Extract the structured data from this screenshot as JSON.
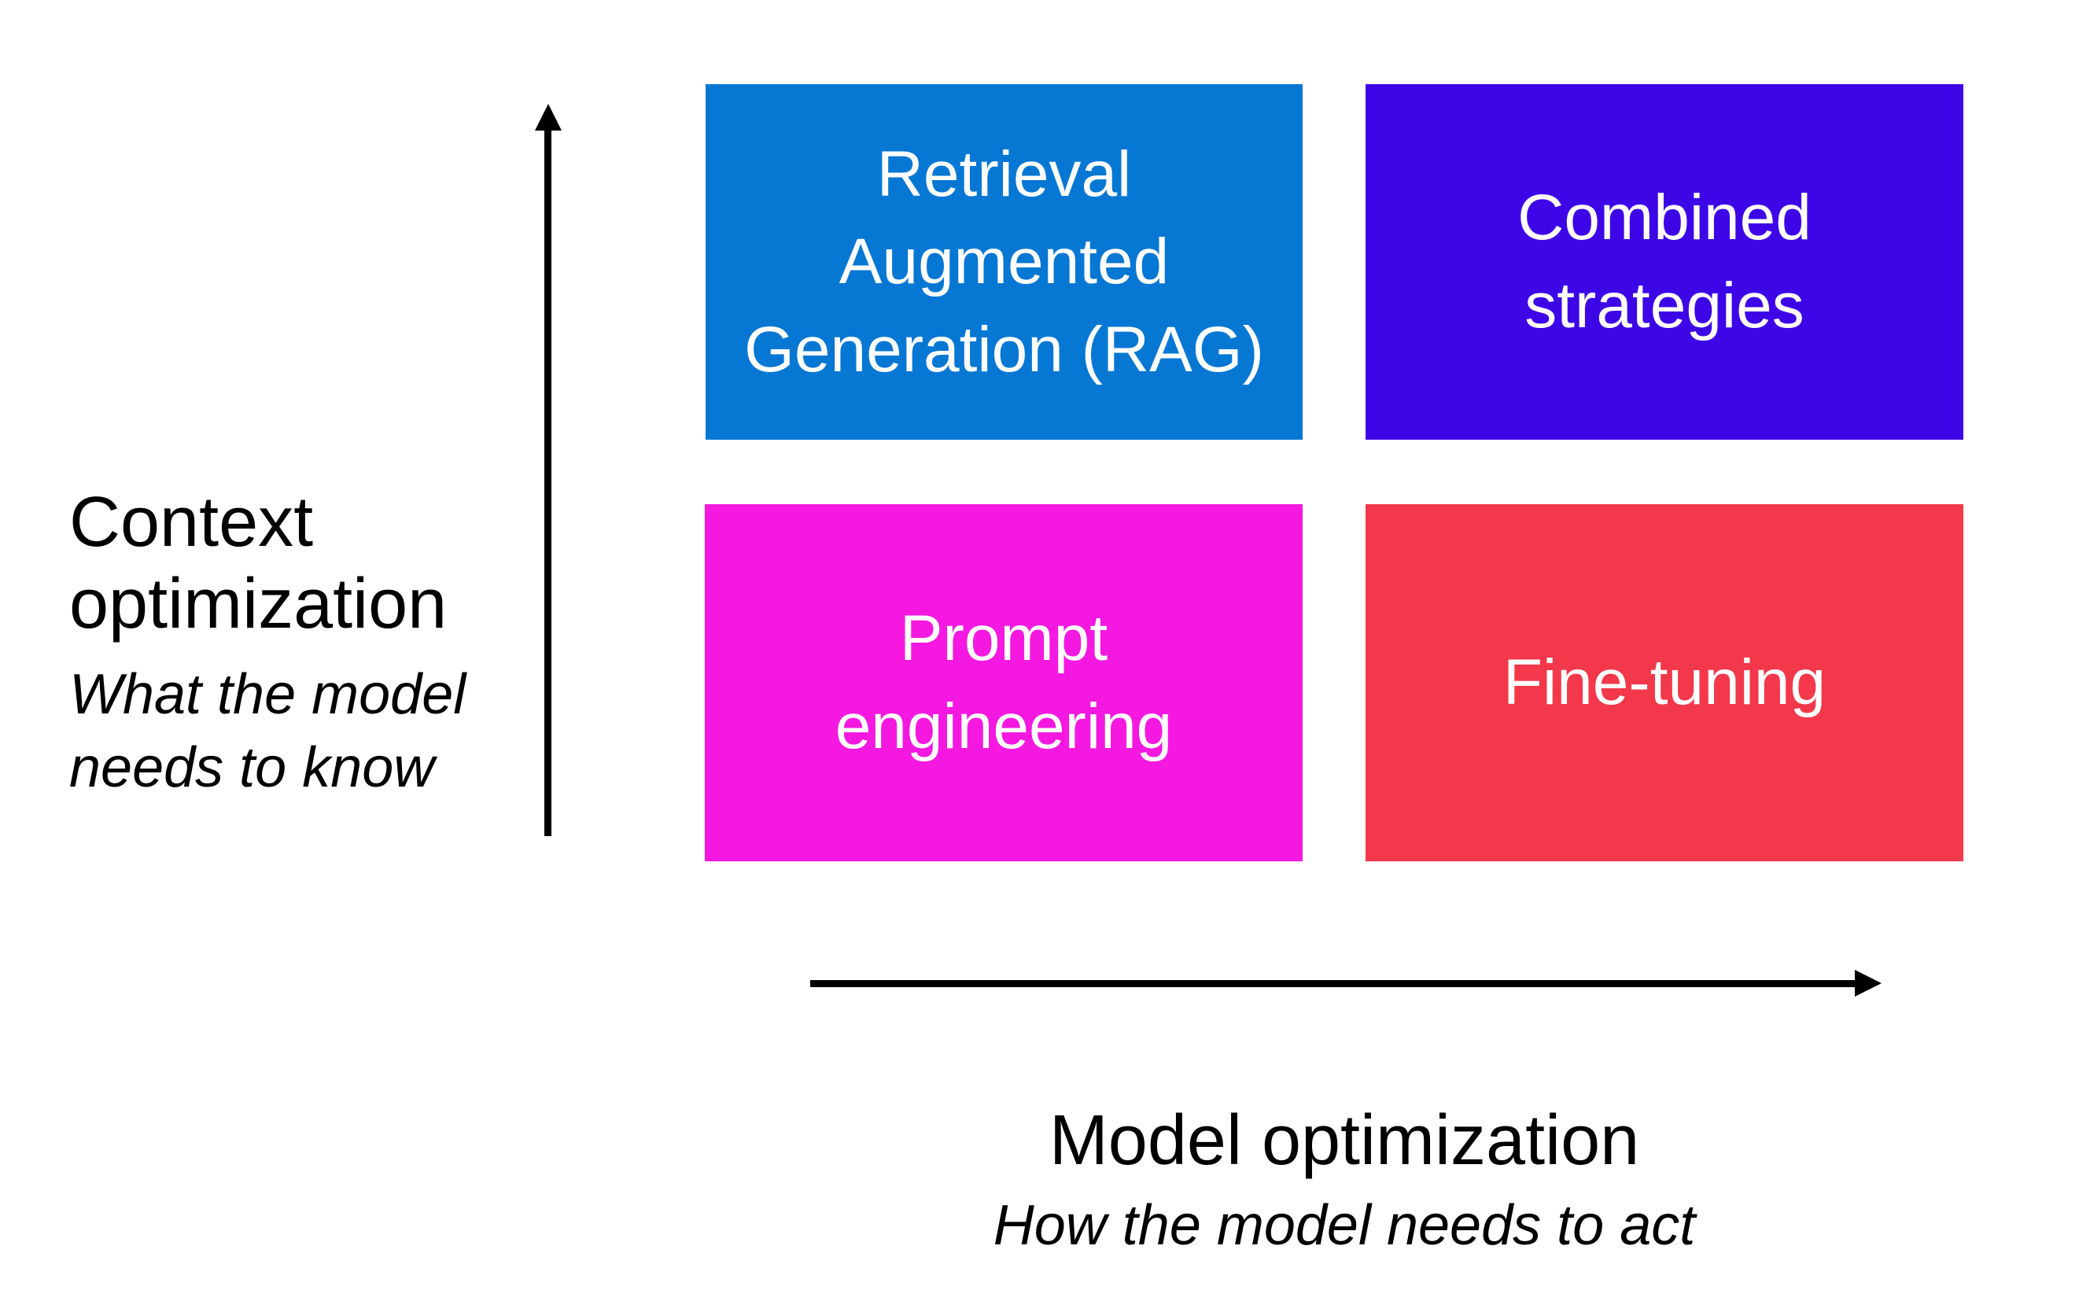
{
  "figure": {
    "background_color": "#FFFFFF",
    "arrow_color": "#000000",
    "y_axis": {
      "title": "Context\noptimization",
      "subtitle": "What the model\nneeds to know"
    },
    "x_axis": {
      "title": "Model optimization",
      "subtitle": "How the model needs to act"
    },
    "quadrants": [
      {
        "position": "top-left",
        "label": "Retrieval\nAugmented\nGeneration (RAG)",
        "color": "#0677D3",
        "text_color": "#FFFFFF"
      },
      {
        "position": "top-right",
        "label": "Combined\nstrategies",
        "color": "#3D06E7",
        "text_color": "#FFFFFF"
      },
      {
        "position": "bottom-left",
        "label": "Prompt\nengineering",
        "color": "#F418E0",
        "text_color": "#FFFFFF"
      },
      {
        "position": "bottom-right",
        "label": "Fine-tuning",
        "color": "#F2384A",
        "text_color": "#FFFFFF"
      }
    ]
  }
}
